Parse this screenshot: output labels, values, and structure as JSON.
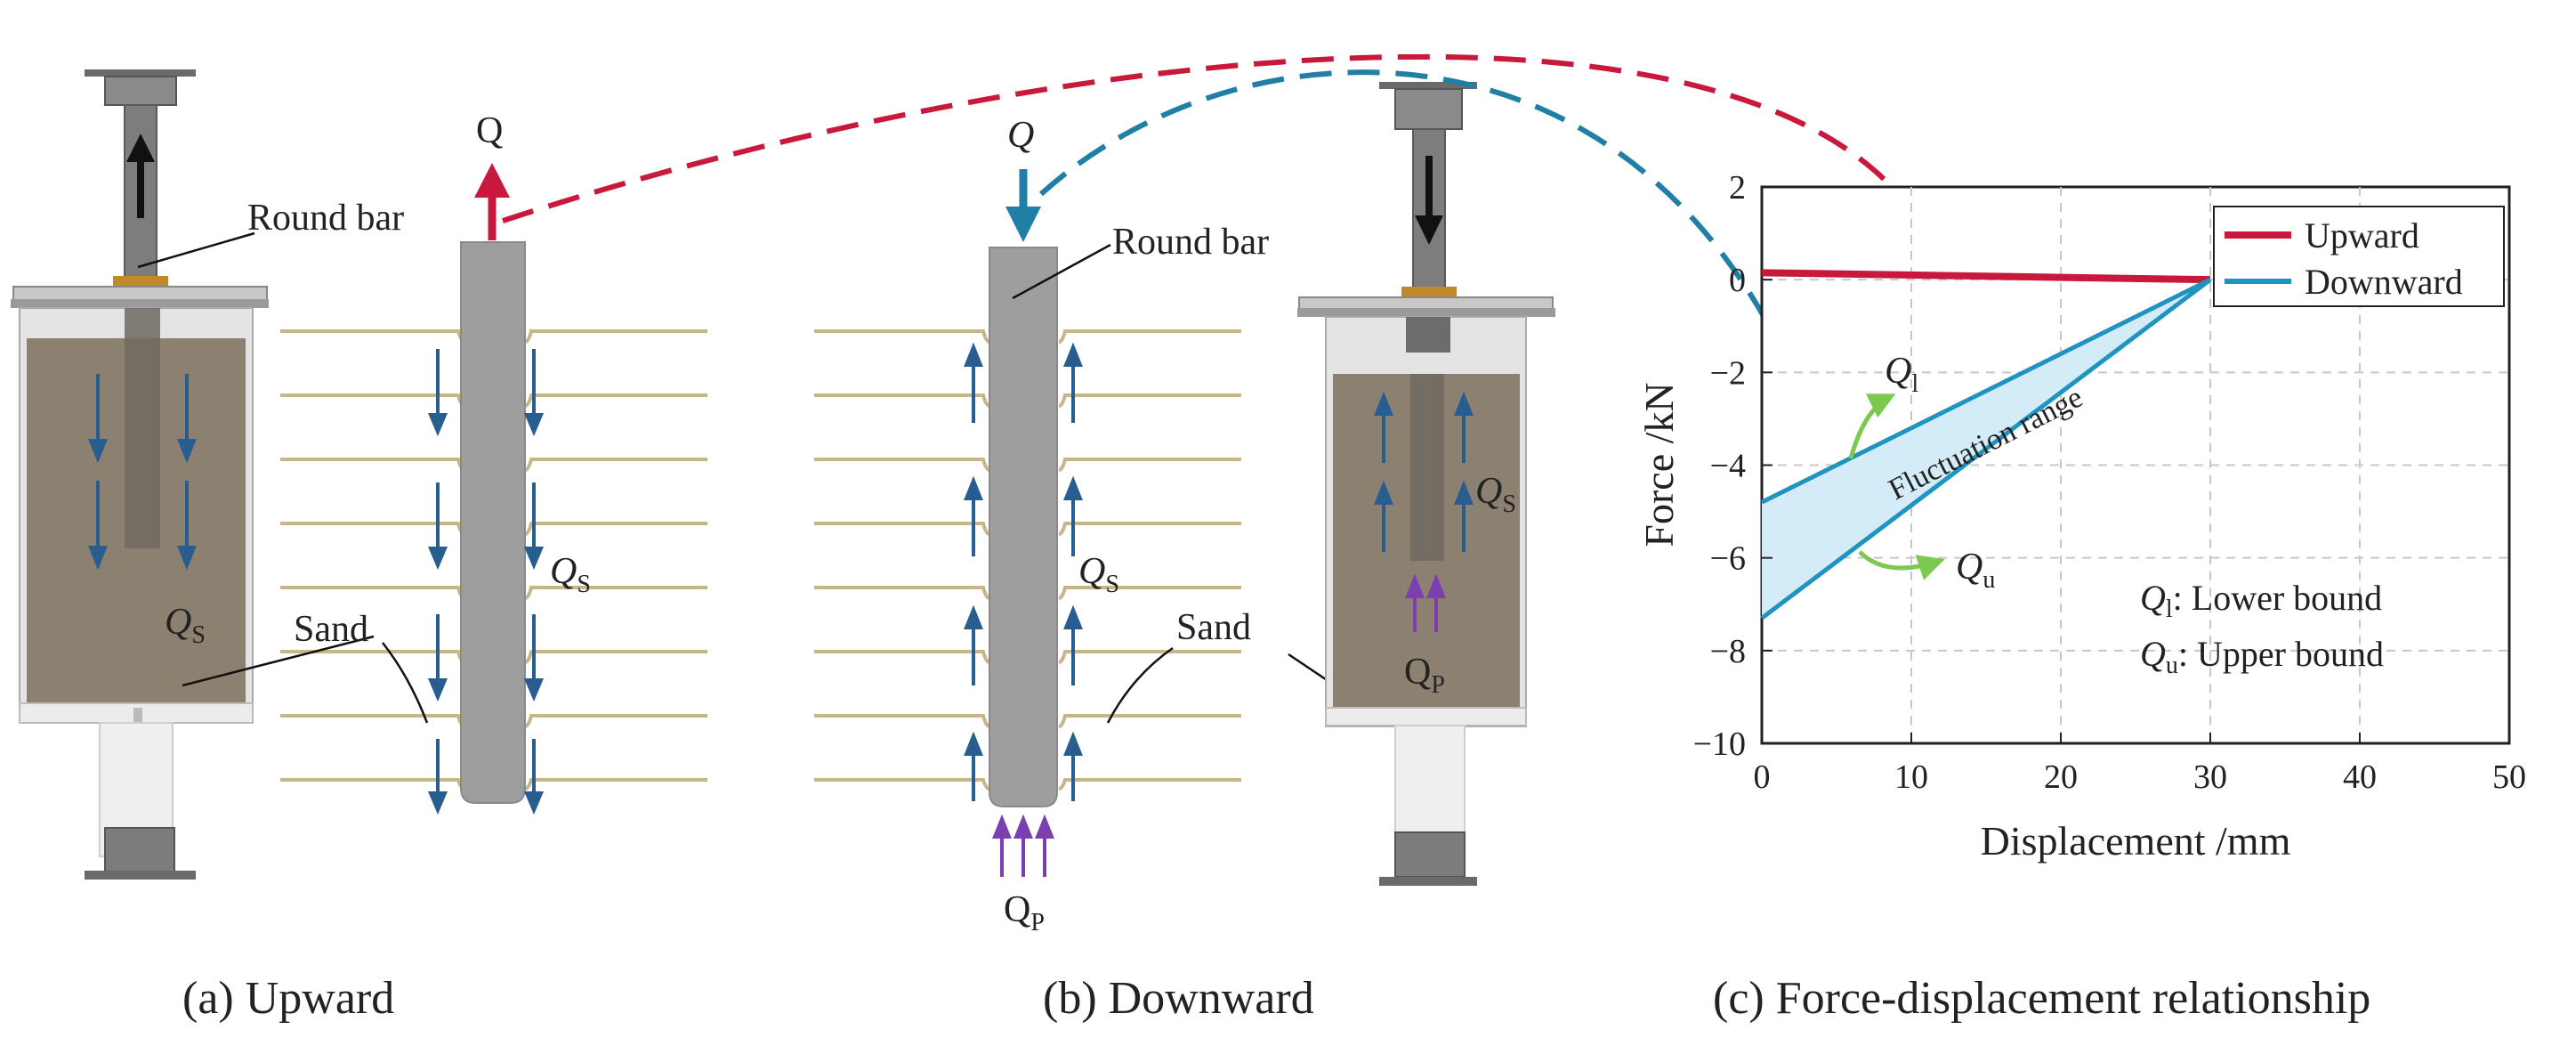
{
  "captions": {
    "a": "(a) Upward",
    "b": "(b) Downward",
    "c": "(c) Force-displacement relationship"
  },
  "labels": {
    "round_bar": "Round bar",
    "sand": "Sand",
    "q_upright": "Q",
    "q_italic": "Q",
    "qs_main": "Q",
    "qs_sub": "S",
    "qp_main": "Q",
    "qp_sub": "P"
  },
  "chart_data": {
    "type": "line",
    "xlabel": "Displacement /mm",
    "ylabel": "Force /kN",
    "xlim": [
      0,
      50
    ],
    "ylim": [
      -10,
      2
    ],
    "xticks": [
      0,
      10,
      20,
      30,
      40,
      50
    ],
    "yticks": [
      2,
      0,
      -2,
      -4,
      -6,
      -8,
      -10
    ],
    "grid": true,
    "legend_position": "top-right",
    "series": [
      {
        "name": "Upward",
        "color": "#c8193c",
        "x": [
          0,
          30
        ],
        "y": [
          0.15,
          0
        ]
      },
      {
        "name": "Downward",
        "color": "#1f94c0",
        "x": [
          0,
          30
        ],
        "y": [
          -4.8,
          0
        ]
      },
      {
        "name": "Downward",
        "color": "#1f94c0",
        "x": [
          0,
          30
        ],
        "y": [
          -7.3,
          0
        ]
      }
    ],
    "fluctuation_range": {
      "label": "Fluctuation range",
      "fill": "#d4ecf7"
    },
    "annotations": {
      "ql_main": "Q",
      "ql_sub": "l",
      "qu_main": "Q",
      "qu_sub": "u",
      "ql_desc": ": Lower bound",
      "qu_desc": ": Upper bound"
    }
  }
}
